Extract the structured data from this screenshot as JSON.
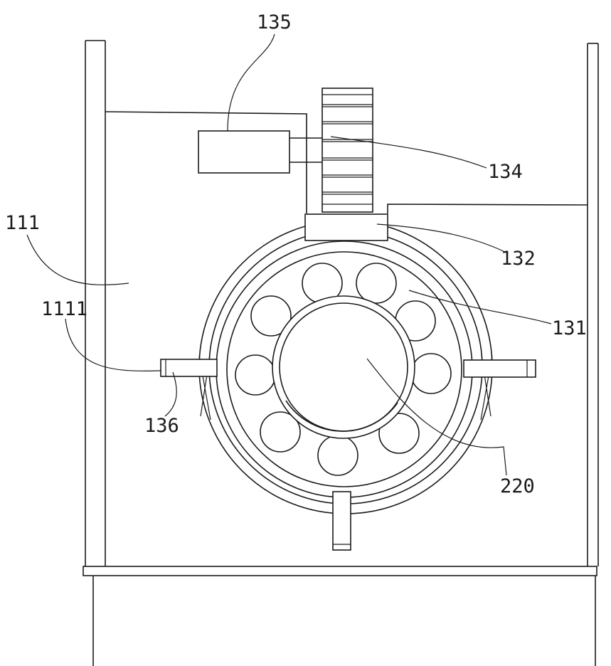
{
  "labels": {
    "l135": "135",
    "l134": "134",
    "l111": "111",
    "l132": "132",
    "l1111": "1111",
    "l131": "131",
    "l136": "136",
    "l220": "220"
  }
}
